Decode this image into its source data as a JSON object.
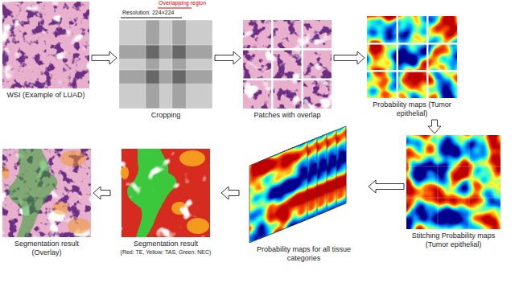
{
  "diagram": {
    "nodes": [
      {
        "text": [
          "WSI (Example of LUAD)"
        ]
      },
      {
        "text": [
          "Cropping"
        ]
      },
      {
        "text": [
          "Patches with overlap"
        ]
      },
      {
        "text": [
          "Probability maps (Tumor epithelial)"
        ]
      },
      {
        "text": [
          "Stitching Probability maps (Tumor epithelial)"
        ]
      },
      {
        "text": [
          "Probability maps for all tissue categories"
        ]
      },
      {
        "text": [
          "Segmentation result",
          "(Red: TE, Yellow: TAS, Green: NEC)"
        ]
      },
      {
        "text": [
          "Segmentation result (Overlay)"
        ]
      }
    ],
    "edges": [
      {
        "from": 0,
        "to": 1,
        "arrow": "to"
      },
      {
        "from": 1,
        "to": 2,
        "arrow": "to"
      },
      {
        "from": 2,
        "to": 3,
        "arrow": "to"
      },
      {
        "from": 3,
        "to": 4,
        "arrow": "to"
      },
      {
        "from": 4,
        "to": 5,
        "arrow": "to"
      },
      {
        "from": 5,
        "to": 6,
        "arrow": "to"
      },
      {
        "from": 6,
        "to": 7,
        "arrow": "to"
      }
    ],
    "labels": [
      "Overlapping region",
      "Resolution: 224×224"
    ]
  }
}
